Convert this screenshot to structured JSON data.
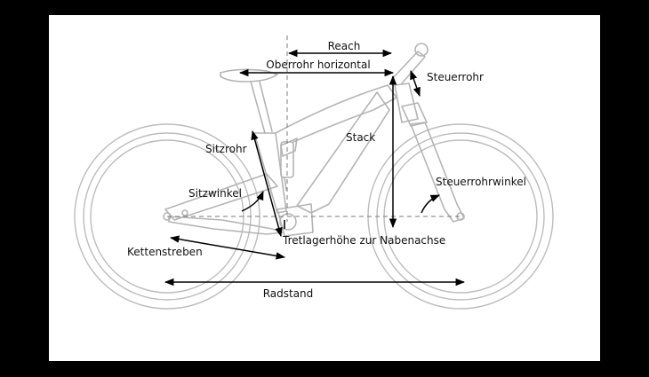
{
  "labels": {
    "reach": "Reach",
    "top_tube_horizontal": "Oberrohr horizontal",
    "head_tube": "Steuerrohr",
    "stack": "Stack",
    "seat_tube": "Sitzrohr",
    "seat_angle": "Sitzwinkel",
    "head_tube_angle": "Steuerrohrwinkel",
    "bb_height": "Tretlagerhöhe zur Nabenachse",
    "chainstays": "Kettenstreben",
    "wheelbase": "Radstand"
  },
  "colors": {
    "background": "#000000",
    "panel": "#ffffff",
    "frame_lines": "#b4b4b4",
    "arrows": "#000000",
    "text": "#111111"
  }
}
